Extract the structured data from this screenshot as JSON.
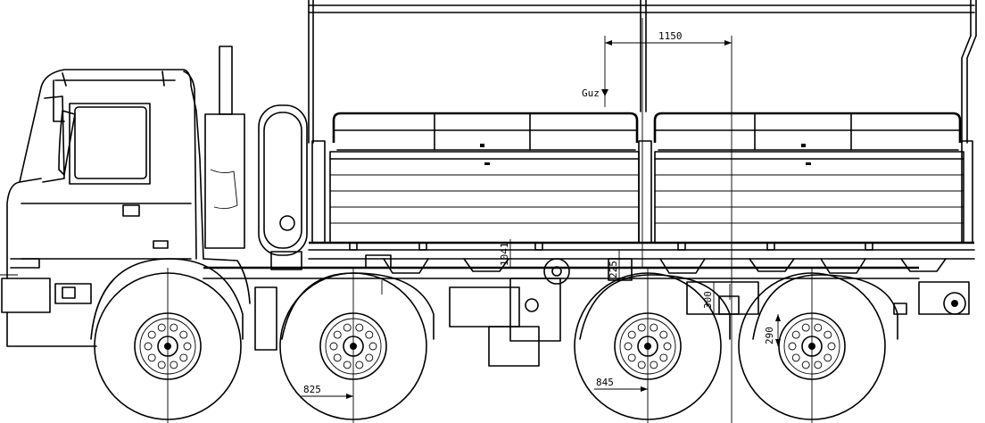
{
  "drawing": {
    "subject": "8x8 truck side elevation with flatbed and tarpaulin frame",
    "line_color": "#000000",
    "background_color": "#ffffff"
  },
  "dimensions": {
    "d1150": "1150",
    "d825": "825",
    "d845": "845",
    "d290": "290",
    "d300": "300",
    "d225": "225",
    "d1041": "1041"
  },
  "markers": {
    "cog_label": "Guz"
  },
  "wheels": {
    "count": 4
  }
}
